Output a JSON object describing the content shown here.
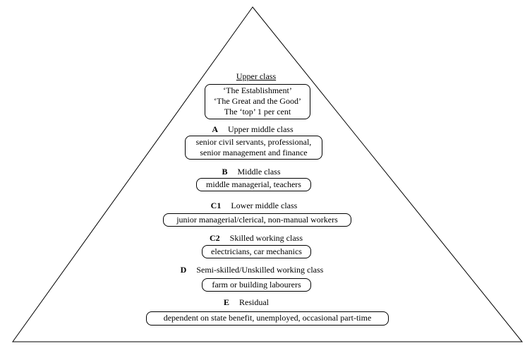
{
  "top": {
    "title": "Upper class",
    "lines": [
      "‘The Establishment’",
      "‘The Great and the Good’",
      "The ‘top’ 1 per cent"
    ]
  },
  "tiers": [
    {
      "letter": "A",
      "name": "Upper middle class",
      "examples": [
        "senior civil servants, professional,",
        "senior management and finance"
      ]
    },
    {
      "letter": "B",
      "name": "Middle class",
      "examples": [
        "middle managerial, teachers"
      ]
    },
    {
      "letter": "C1",
      "name": "Lower middle class",
      "examples": [
        "junior managerial/clerical, non-manual workers"
      ]
    },
    {
      "letter": "C2",
      "name": "Skilled working class",
      "examples": [
        "electricians, car mechanics"
      ]
    },
    {
      "letter": "D",
      "name": "Semi-skilled/Unskilled working class",
      "examples": [
        "farm or building labourers"
      ]
    },
    {
      "letter": "E",
      "name": "Residual",
      "examples": [
        "dependent on state benefit, unemployed, occasional part-time"
      ]
    }
  ]
}
